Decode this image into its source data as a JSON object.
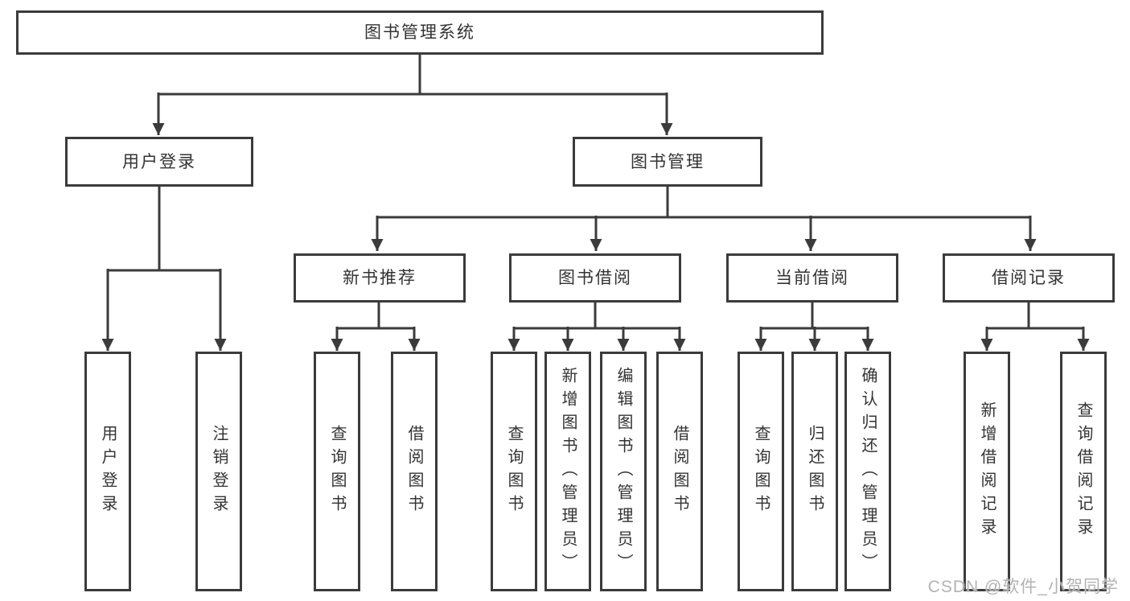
{
  "diagram": {
    "root": {
      "label": "图书管理系统"
    },
    "level1": [
      {
        "label": "用户登录"
      },
      {
        "label": "图书管理"
      }
    ],
    "level2": [
      {
        "label": "新书推荐"
      },
      {
        "label": "图书借阅"
      },
      {
        "label": "当前借阅"
      },
      {
        "label": "借阅记录"
      }
    ],
    "leaves": {
      "user_login": [
        {
          "label": "用户登录"
        },
        {
          "label": "注销登录"
        }
      ],
      "new_book": [
        {
          "label": "查询图书"
        },
        {
          "label": "借阅图书"
        }
      ],
      "book_borrow": [
        {
          "label": "查询图书"
        },
        {
          "label": "新增图书（管理员）"
        },
        {
          "label": "编辑图书（管理员）"
        },
        {
          "label": "借阅图书"
        }
      ],
      "current_borrow": [
        {
          "label": "查询图书"
        },
        {
          "label": "归还图书"
        },
        {
          "label": "确认归还（管理员）"
        }
      ],
      "borrow_record": [
        {
          "label": "新增借阅记录"
        },
        {
          "label": "查询借阅记录"
        }
      ]
    }
  },
  "watermark": {
    "text": "CSDN @软件_小贺同学"
  },
  "colors": {
    "stroke": "#3b3b3b",
    "text": "#333333",
    "watermark": "#b3b3b3",
    "background": "#ffffff"
  }
}
